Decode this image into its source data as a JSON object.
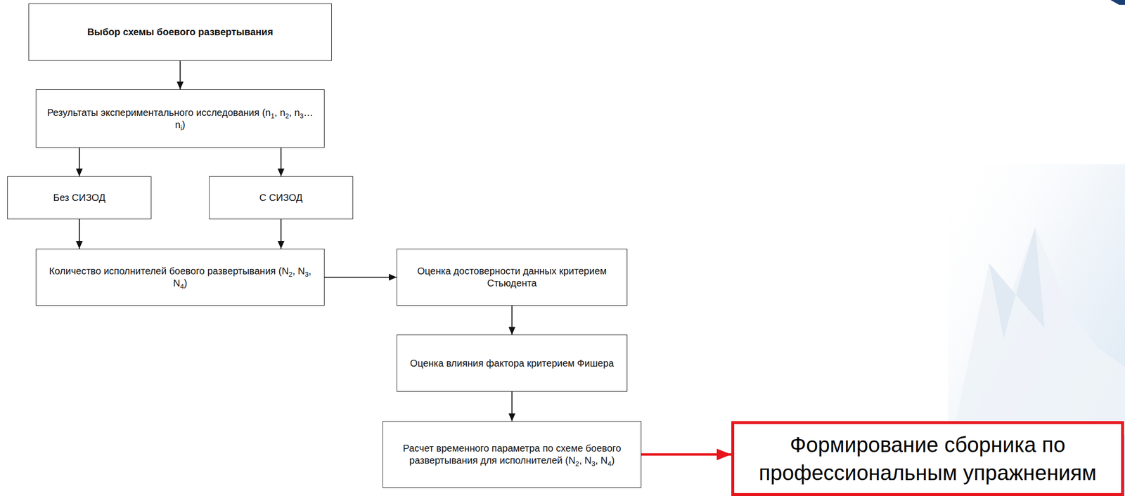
{
  "diagram": {
    "nodes": [
      {
        "text": [
          "Выбор схемы боевого развертывания"
        ]
      },
      {
        "text": [
          "Результаты экспериментального исследования (n1, n2, n3…ni)"
        ]
      },
      {
        "text": [
          "Без СИЗОД"
        ]
      },
      {
        "text": [
          "С СИЗОД"
        ]
      },
      {
        "text": [
          "Количество исполнителей боевого развертывания (N2, N3, N4)"
        ]
      },
      {
        "text": [
          "Оценка достоверности данных критерием Стьюдента"
        ]
      },
      {
        "text": [
          "Оценка влияния фактора критерием Фишера"
        ]
      },
      {
        "text": [
          "Расчет временного параметра по схеме боевого развертывания для исполнителей (N2, N3, N4)"
        ]
      },
      {
        "text": [
          "Формирование сборника по профессиональным упражнениям"
        ]
      }
    ],
    "edges": [
      {
        "from": 0,
        "to": 1,
        "arrow": "to"
      },
      {
        "from": 1,
        "to": 2,
        "arrow": "to"
      },
      {
        "from": 1,
        "to": 3,
        "arrow": "to"
      },
      {
        "from": 2,
        "to": 4,
        "arrow": "to"
      },
      {
        "from": 3,
        "to": 4,
        "arrow": "to"
      },
      {
        "from": 4,
        "to": 5,
        "arrow": "to"
      },
      {
        "from": 5,
        "to": 6,
        "arrow": "to"
      },
      {
        "from": 6,
        "to": 7,
        "arrow": "to"
      },
      {
        "from": 7,
        "to": 8,
        "arrow": "to"
      }
    ]
  }
}
